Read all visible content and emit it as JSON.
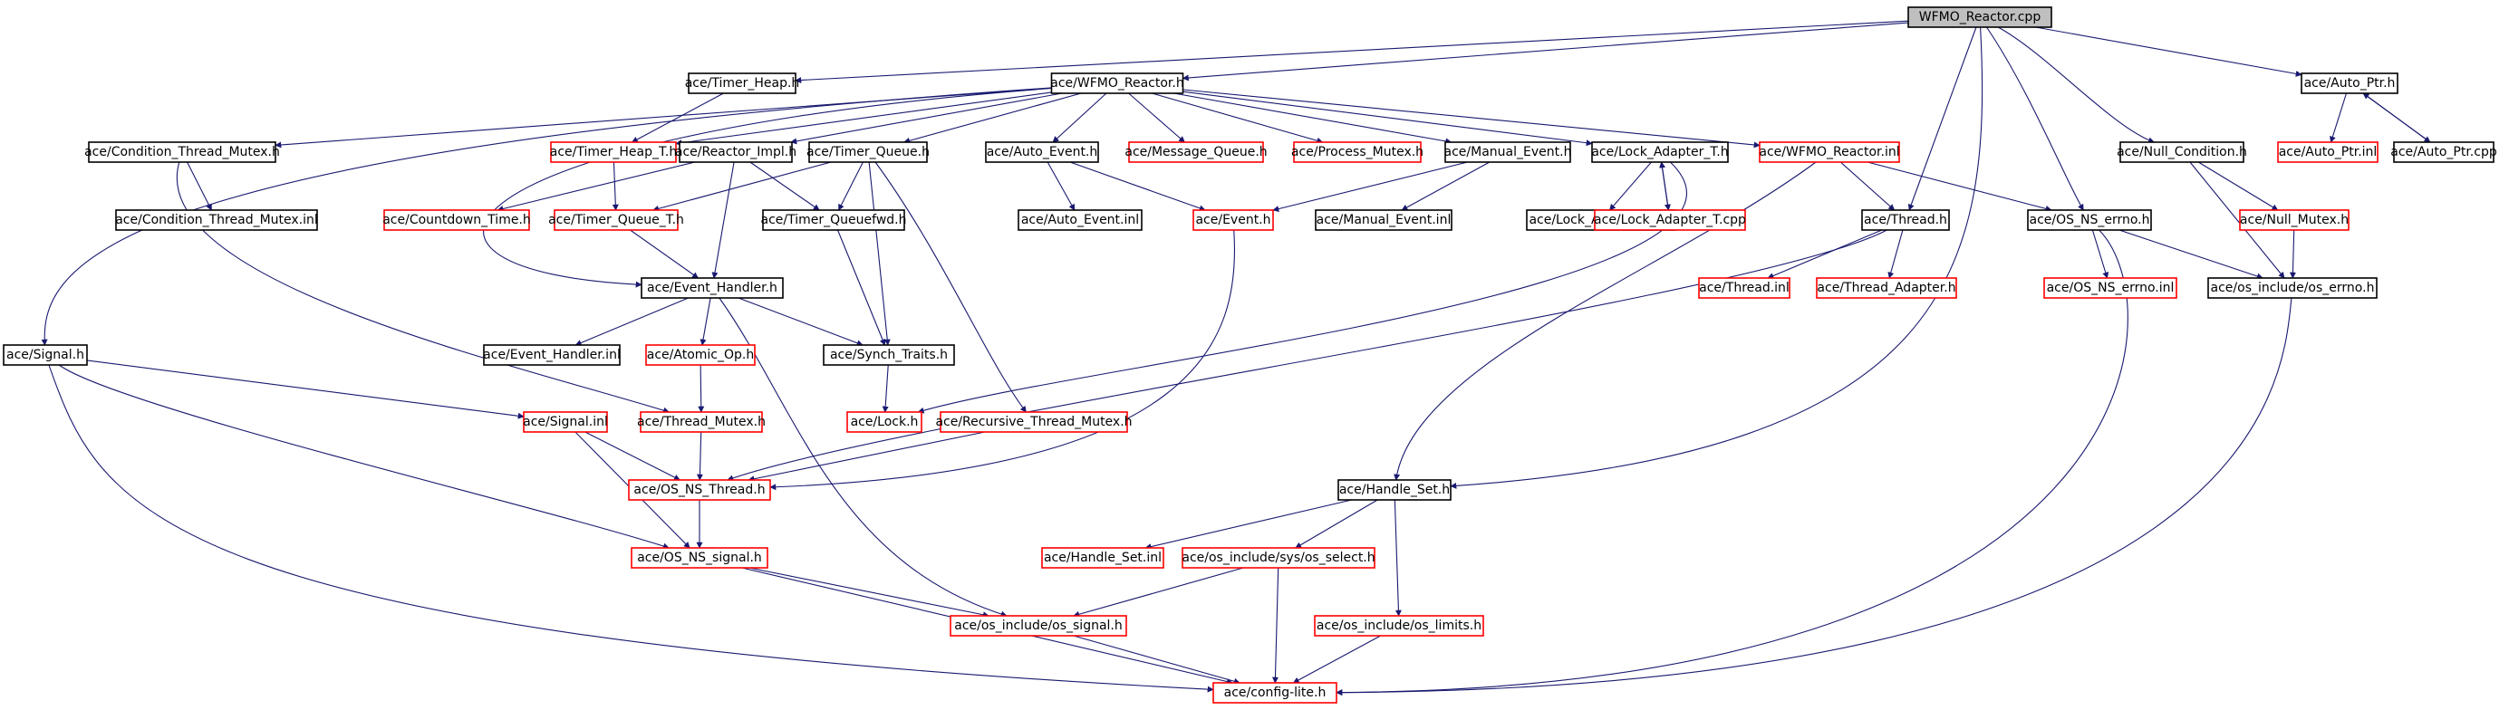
{
  "diagram": {
    "colors": {
      "edge": "#191970",
      "root_fill": "#bfbfbf",
      "normal_border": "#000000",
      "missing_border": "#ff0000",
      "text": "#000000"
    },
    "nodes": {
      "root": {
        "label": "WFMO_Reactor.cpp",
        "kind": "root"
      },
      "timer_heap_h": {
        "label": "ace/Timer_Heap.h",
        "kind": "normal"
      },
      "wfmo_reactor_h": {
        "label": "ace/WFMO_Reactor.h",
        "kind": "normal"
      },
      "auto_ptr_h": {
        "label": "ace/Auto_Ptr.h",
        "kind": "normal"
      },
      "cond_thread_mutex_h": {
        "label": "ace/Condition_Thread_Mutex.h",
        "kind": "normal"
      },
      "timer_heap_t_h": {
        "label": "ace/Timer_Heap_T.h",
        "kind": "missing"
      },
      "reactor_impl_h": {
        "label": "ace/Reactor_Impl.h",
        "kind": "normal"
      },
      "timer_queue_h": {
        "label": "ace/Timer_Queue.h",
        "kind": "normal"
      },
      "auto_event_h": {
        "label": "ace/Auto_Event.h",
        "kind": "normal"
      },
      "message_queue_h": {
        "label": "ace/Message_Queue.h",
        "kind": "missing"
      },
      "process_mutex_h": {
        "label": "ace/Process_Mutex.h",
        "kind": "missing"
      },
      "manual_event_h": {
        "label": "ace/Manual_Event.h",
        "kind": "normal"
      },
      "lock_adapter_t_h": {
        "label": "ace/Lock_Adapter_T.h",
        "kind": "normal"
      },
      "wfmo_reactor_inl": {
        "label": "ace/WFMO_Reactor.inl",
        "kind": "missing"
      },
      "null_condition_h": {
        "label": "ace/Null_Condition.h",
        "kind": "normal"
      },
      "auto_ptr_inl": {
        "label": "ace/Auto_Ptr.inl",
        "kind": "missing"
      },
      "auto_ptr_cpp": {
        "label": "ace/Auto_Ptr.cpp",
        "kind": "normal"
      },
      "cond_thread_mutex_inl": {
        "label": "ace/Condition_Thread_Mutex.inl",
        "kind": "normal"
      },
      "countdown_time_h": {
        "label": "ace/Countdown_Time.h",
        "kind": "missing"
      },
      "timer_queue_t_h": {
        "label": "ace/Timer_Queue_T.h",
        "kind": "missing"
      },
      "timer_queuefwd_h": {
        "label": "ace/Timer_Queuefwd.h",
        "kind": "normal"
      },
      "auto_event_inl": {
        "label": "ace/Auto_Event.inl",
        "kind": "normal"
      },
      "event_h": {
        "label": "ace/Event.h",
        "kind": "missing"
      },
      "manual_event_inl": {
        "label": "ace/Manual_Event.inl",
        "kind": "normal"
      },
      "lock_adapter_t_inl": {
        "label": "ace/Lock_Adapter_T.inl",
        "kind": "normal"
      },
      "lock_adapter_t_cpp": {
        "label": "ace/Lock_Adapter_T.cpp",
        "kind": "missing"
      },
      "thread_h": {
        "label": "ace/Thread.h",
        "kind": "normal"
      },
      "os_ns_errno_h": {
        "label": "ace/OS_NS_errno.h",
        "kind": "normal"
      },
      "null_mutex_h": {
        "label": "ace/Null_Mutex.h",
        "kind": "missing"
      },
      "event_handler_h": {
        "label": "ace/Event_Handler.h",
        "kind": "normal"
      },
      "thread_inl": {
        "label": "ace/Thread.inl",
        "kind": "missing"
      },
      "thread_adapter_h": {
        "label": "ace/Thread_Adapter.h",
        "kind": "missing"
      },
      "os_ns_errno_inl": {
        "label": "ace/OS_NS_errno.inl",
        "kind": "missing"
      },
      "os_include_os_errno_h": {
        "label": "ace/os_include/os_errno.h",
        "kind": "normal"
      },
      "signal_h": {
        "label": "ace/Signal.h",
        "kind": "normal"
      },
      "event_handler_inl": {
        "label": "ace/Event_Handler.inl",
        "kind": "normal"
      },
      "atomic_op_h": {
        "label": "ace/Atomic_Op.h",
        "kind": "missing"
      },
      "synch_traits_h": {
        "label": "ace/Synch_Traits.h",
        "kind": "normal"
      },
      "signal_inl": {
        "label": "ace/Signal.inl",
        "kind": "missing"
      },
      "thread_mutex_h": {
        "label": "ace/Thread_Mutex.h",
        "kind": "missing"
      },
      "lock_h": {
        "label": "ace/Lock.h",
        "kind": "missing"
      },
      "recursive_thread_mutex_h": {
        "label": "ace/Recursive_Thread_Mutex.h",
        "kind": "missing"
      },
      "os_ns_thread_h": {
        "label": "ace/OS_NS_Thread.h",
        "kind": "missing"
      },
      "handle_set_h": {
        "label": "ace/Handle_Set.h",
        "kind": "normal"
      },
      "os_ns_signal_h": {
        "label": "ace/OS_NS_signal.h",
        "kind": "missing"
      },
      "handle_set_inl": {
        "label": "ace/Handle_Set.inl",
        "kind": "missing"
      },
      "os_select_h": {
        "label": "ace/os_include/sys/os_select.h",
        "kind": "missing"
      },
      "os_signal_h": {
        "label": "ace/os_include/os_signal.h",
        "kind": "missing"
      },
      "os_limits_h": {
        "label": "ace/os_include/os_limits.h",
        "kind": "missing"
      },
      "config_lite_h": {
        "label": "ace/config-lite.h",
        "kind": "missing"
      }
    },
    "edges": [
      [
        "root",
        "timer_heap_h"
      ],
      [
        "root",
        "wfmo_reactor_h"
      ],
      [
        "root",
        "auto_ptr_h"
      ],
      [
        "root",
        "null_condition_h"
      ],
      [
        "root",
        "os_ns_errno_h"
      ],
      [
        "root",
        "thread_h"
      ],
      [
        "root",
        "handle_set_h"
      ],
      [
        "timer_heap_h",
        "timer_heap_t_h"
      ],
      [
        "wfmo_reactor_h",
        "timer_heap_t_h"
      ],
      [
        "wfmo_reactor_h",
        "cond_thread_mutex_h"
      ],
      [
        "wfmo_reactor_h",
        "reactor_impl_h"
      ],
      [
        "wfmo_reactor_h",
        "timer_queue_h"
      ],
      [
        "wfmo_reactor_h",
        "auto_event_h"
      ],
      [
        "wfmo_reactor_h",
        "message_queue_h"
      ],
      [
        "wfmo_reactor_h",
        "process_mutex_h"
      ],
      [
        "wfmo_reactor_h",
        "manual_event_h"
      ],
      [
        "wfmo_reactor_h",
        "lock_adapter_t_h"
      ],
      [
        "wfmo_reactor_h",
        "wfmo_reactor_inl"
      ],
      [
        "wfmo_reactor_h",
        "signal_h"
      ],
      [
        "wfmo_reactor_h",
        "event_handler_h"
      ],
      [
        "auto_ptr_h",
        "auto_ptr_inl"
      ],
      [
        "auto_ptr_h",
        "auto_ptr_cpp"
      ],
      [
        "auto_ptr_cpp",
        "auto_ptr_h"
      ],
      [
        "cond_thread_mutex_h",
        "cond_thread_mutex_inl"
      ],
      [
        "cond_thread_mutex_h",
        "thread_mutex_h"
      ],
      [
        "timer_heap_t_h",
        "timer_queue_t_h"
      ],
      [
        "reactor_impl_h",
        "countdown_time_h"
      ],
      [
        "reactor_impl_h",
        "timer_queuefwd_h"
      ],
      [
        "reactor_impl_h",
        "event_handler_h"
      ],
      [
        "timer_queue_h",
        "timer_queuefwd_h"
      ],
      [
        "timer_queue_h",
        "timer_queue_t_h"
      ],
      [
        "timer_queue_h",
        "synch_traits_h"
      ],
      [
        "timer_queue_h",
        "recursive_thread_mutex_h"
      ],
      [
        "timer_queue_t_h",
        "event_handler_h"
      ],
      [
        "timer_queuefwd_h",
        "synch_traits_h"
      ],
      [
        "auto_event_h",
        "auto_event_inl"
      ],
      [
        "auto_event_h",
        "event_h"
      ],
      [
        "manual_event_h",
        "event_h"
      ],
      [
        "manual_event_h",
        "manual_event_inl"
      ],
      [
        "lock_adapter_t_h",
        "lock_adapter_t_inl"
      ],
      [
        "lock_adapter_t_h",
        "lock_adapter_t_cpp"
      ],
      [
        "lock_adapter_t_cpp",
        "lock_adapter_t_h"
      ],
      [
        "lock_adapter_t_h",
        "lock_h"
      ],
      [
        "wfmo_reactor_inl",
        "thread_h"
      ],
      [
        "wfmo_reactor_inl",
        "os_ns_errno_h"
      ],
      [
        "wfmo_reactor_inl",
        "handle_set_h"
      ],
      [
        "null_condition_h",
        "null_mutex_h"
      ],
      [
        "null_condition_h",
        "os_include_os_errno_h"
      ],
      [
        "null_mutex_h",
        "os_include_os_errno_h"
      ],
      [
        "os_ns_errno_h",
        "os_ns_errno_inl"
      ],
      [
        "os_ns_errno_h",
        "os_include_os_errno_h"
      ],
      [
        "os_ns_errno_h",
        "config_lite_h"
      ],
      [
        "os_include_os_errno_h",
        "config_lite_h"
      ],
      [
        "thread_h",
        "thread_inl"
      ],
      [
        "thread_h",
        "thread_adapter_h"
      ],
      [
        "thread_h",
        "os_ns_thread_h"
      ],
      [
        "event_h",
        "os_ns_thread_h"
      ],
      [
        "event_handler_h",
        "event_handler_inl"
      ],
      [
        "event_handler_h",
        "atomic_op_h"
      ],
      [
        "event_handler_h",
        "synch_traits_h"
      ],
      [
        "event_handler_h",
        "os_signal_h"
      ],
      [
        "atomic_op_h",
        "thread_mutex_h"
      ],
      [
        "synch_traits_h",
        "lock_h"
      ],
      [
        "signal_h",
        "signal_inl"
      ],
      [
        "signal_h",
        "os_ns_signal_h"
      ],
      [
        "signal_h",
        "config_lite_h"
      ],
      [
        "signal_inl",
        "os_ns_thread_h"
      ],
      [
        "signal_inl",
        "os_ns_signal_h"
      ],
      [
        "thread_mutex_h",
        "os_ns_thread_h"
      ],
      [
        "recursive_thread_mutex_h",
        "os_ns_thread_h"
      ],
      [
        "os_ns_thread_h",
        "os_ns_signal_h"
      ],
      [
        "os_ns_signal_h",
        "os_signal_h"
      ],
      [
        "os_ns_signal_h",
        "config_lite_h"
      ],
      [
        "os_signal_h",
        "config_lite_h"
      ],
      [
        "handle_set_h",
        "handle_set_inl"
      ],
      [
        "handle_set_h",
        "os_select_h"
      ],
      [
        "handle_set_h",
        "os_limits_h"
      ],
      [
        "os_select_h",
        "os_signal_h"
      ],
      [
        "os_select_h",
        "config_lite_h"
      ],
      [
        "os_limits_h",
        "config_lite_h"
      ]
    ]
  }
}
